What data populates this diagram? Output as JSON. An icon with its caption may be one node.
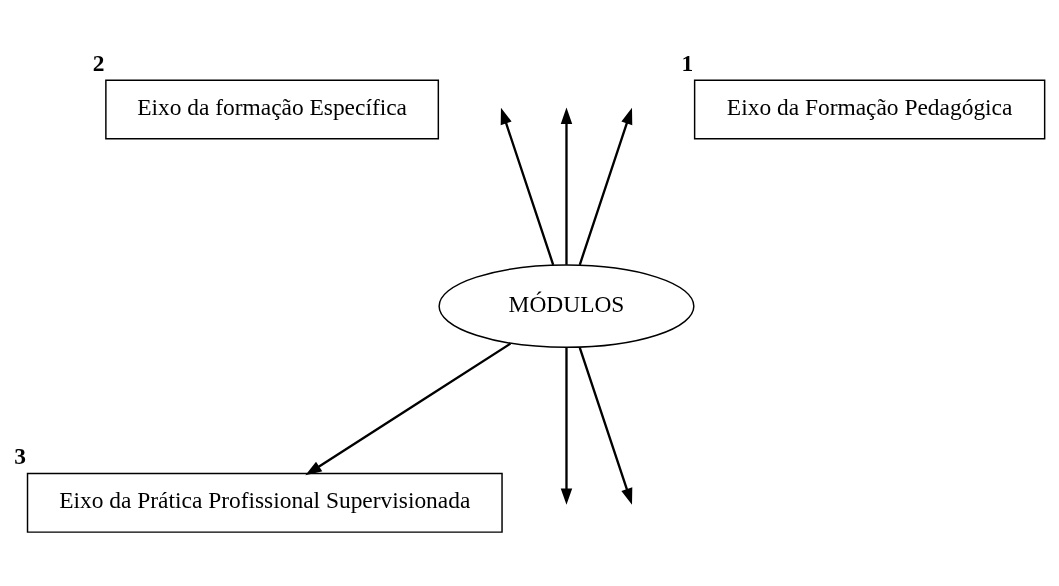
{
  "diagram": {
    "nodes": [
      {
        "text": [
          "Eixo da formação Específica"
        ],
        "beside": [
          "2"
        ]
      },
      {
        "text": [
          "Eixo da Formação Pedagógica"
        ],
        "beside": [
          "1"
        ]
      },
      {
        "text": [
          "MÓDULOS"
        ]
      },
      {
        "text": [
          "Eixo da Prática Profissional Supervisionada"
        ],
        "beside": [
          "3"
        ]
      }
    ],
    "edges": [
      {
        "from": 2,
        "to": null,
        "arrow": "to"
      },
      {
        "from": 2,
        "to": null,
        "arrow": "to"
      },
      {
        "from": 2,
        "to": null,
        "arrow": "to"
      },
      {
        "from": 2,
        "to": null,
        "arrow": "to"
      },
      {
        "from": 2,
        "to": 3,
        "arrow": "to"
      },
      {
        "from": 2,
        "to": null,
        "arrow": "to"
      }
    ]
  }
}
